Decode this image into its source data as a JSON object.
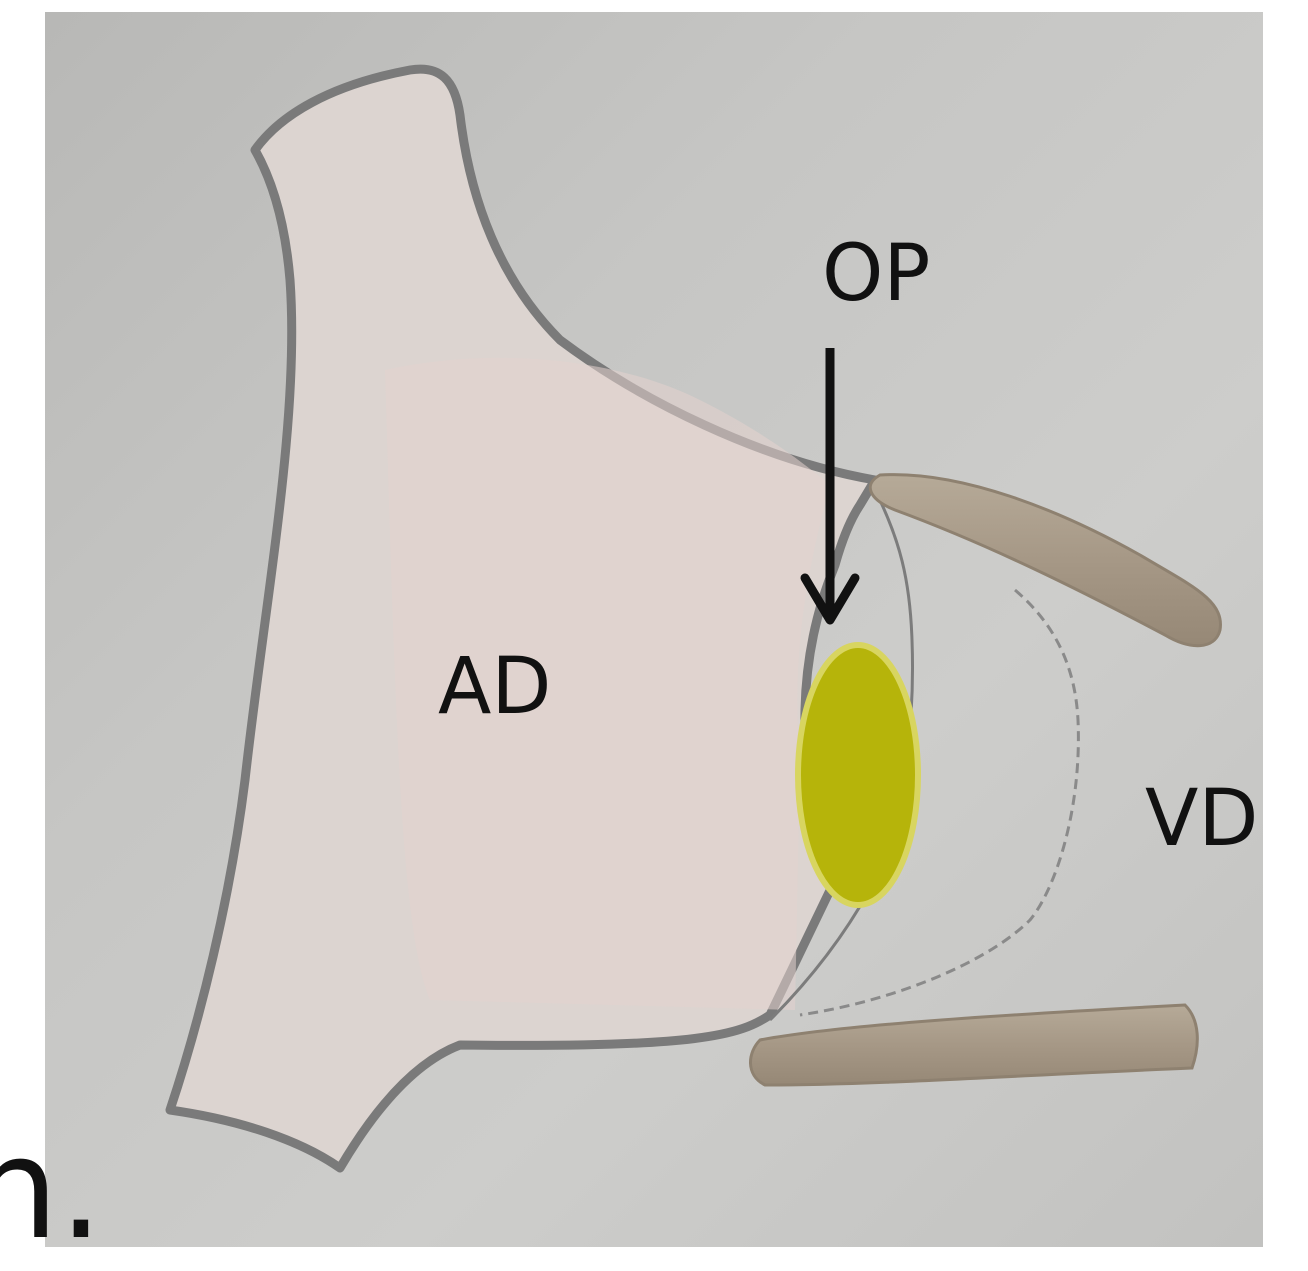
{
  "labels": {
    "op": "OP",
    "ad": "AD",
    "vd": "VD"
  },
  "edge_text": "n.",
  "colors": {
    "background": "#c6c6c4",
    "tissue_fill": "#dcd4d0",
    "outline": "#7a7a7a",
    "ellipse": "#b6b40a",
    "ellipse_edge": "#d8d560",
    "bands": "#a89a88",
    "arrow": "#111111"
  }
}
